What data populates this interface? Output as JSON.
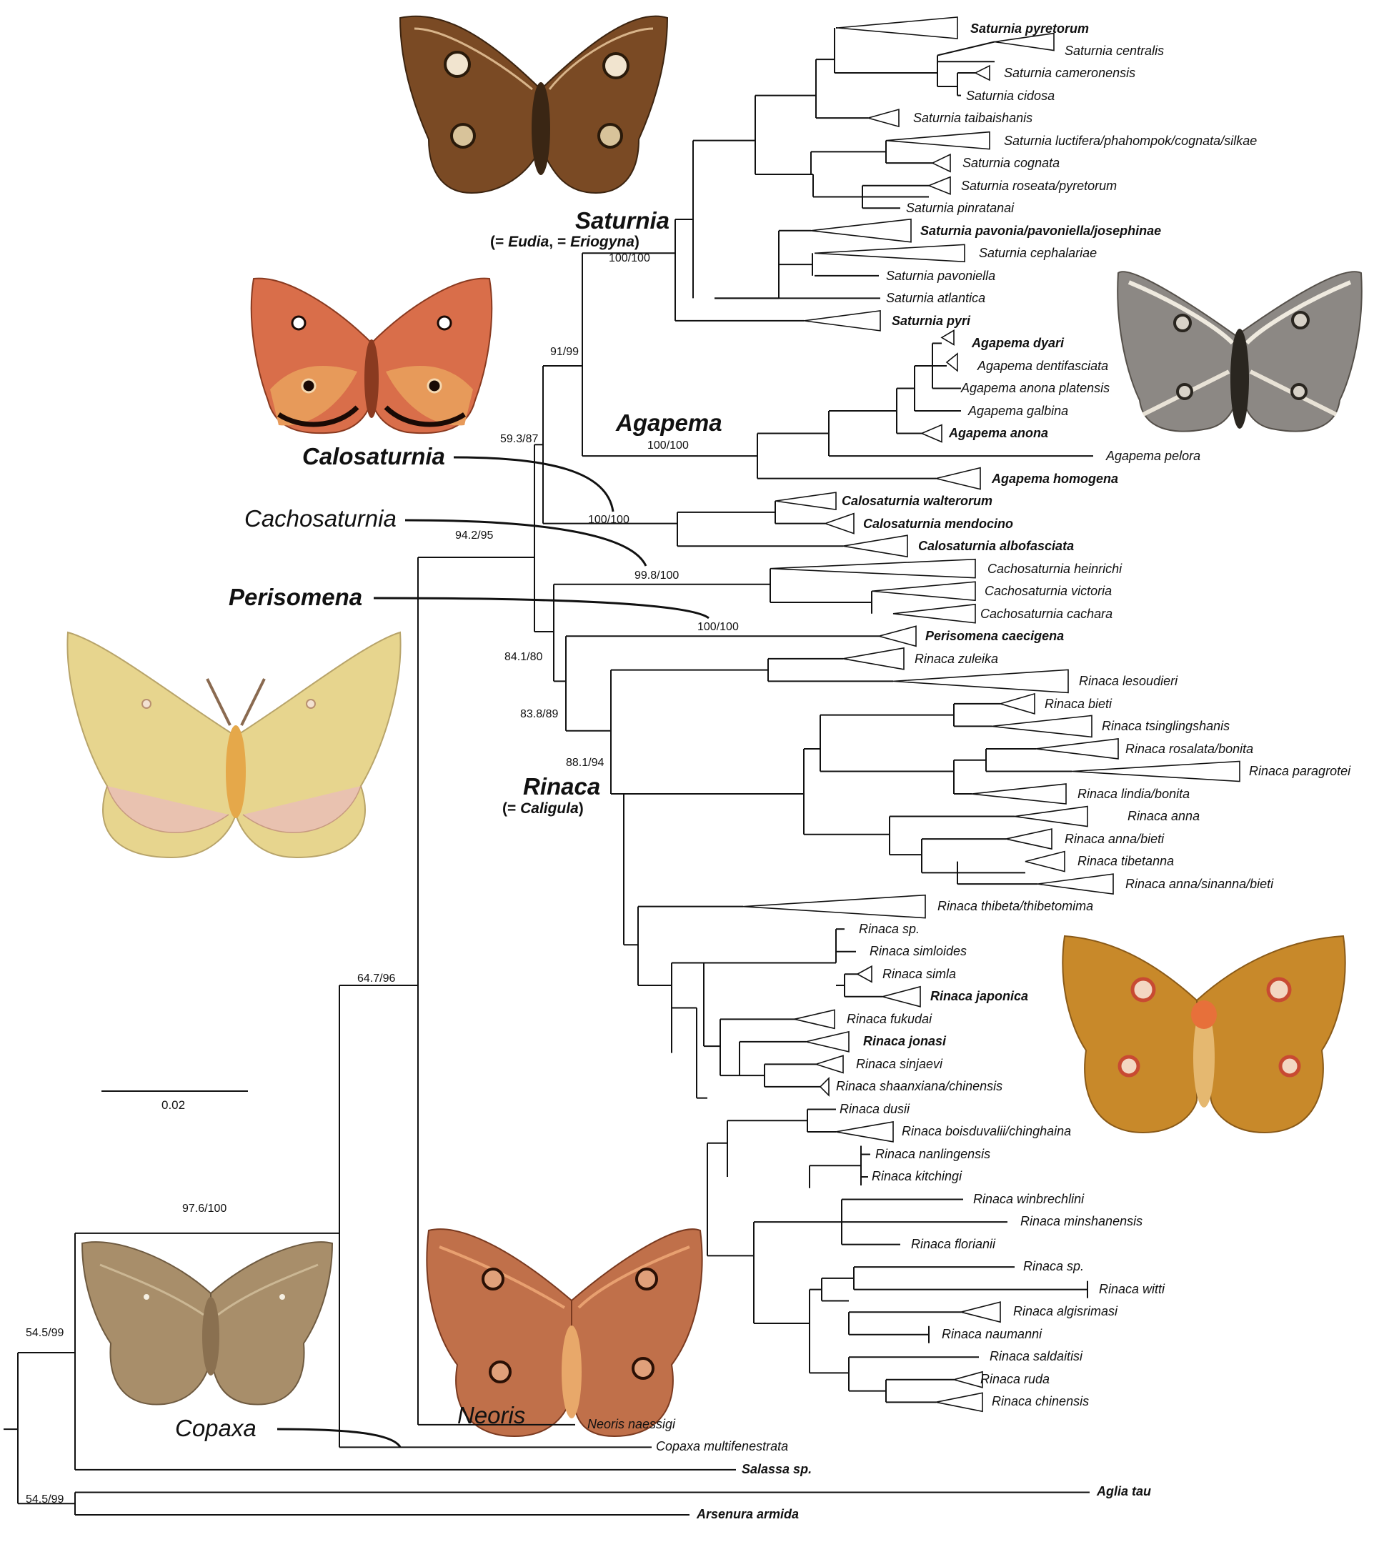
{
  "genus_labels": {
    "saturnia": "Saturnia",
    "saturnia_syn_open": "(= ",
    "saturnia_syn_eudia": "Eudia",
    "saturnia_syn_sep": ", = ",
    "saturnia_syn_eriogyna": "Eriogyna",
    "saturnia_syn_close": ")",
    "agapema": "Agapema",
    "calosaturnia": "Calosaturnia",
    "cachosaturnia": "Cachosaturnia",
    "perisomena": "Perisomena",
    "rinaca": "Rinaca",
    "rinaca_syn_open": "(= ",
    "rinaca_syn_caligula": "Caligula",
    "rinaca_syn_close": ")",
    "neoris": "Neoris",
    "copaxa": "Copaxa"
  },
  "support_values": {
    "saturnia": "100/100",
    "saturnia_agapema": "91/99",
    "agapema": "100/100",
    "upper": "59.3/87",
    "calosaturnia": "100/100",
    "ingroup": "94.2/95",
    "cachosaturnia": "99.8/100",
    "perisomena": "100/100",
    "lower": "84.1/80",
    "cacho_rinaca": "83.8/89",
    "rinaca": "88.1/94",
    "neoris_rest": "64.7/96",
    "copaxa_rest": "97.6/100",
    "salassa_rest": "54.5/99",
    "root": "54.5/99"
  },
  "scale_bar": {
    "label": "0.02"
  },
  "taxa": {
    "t1": "Saturnia pyretorum",
    "t2": "Saturnia centralis",
    "t3": "Saturnia cameronensis",
    "t4": "Saturnia cidosa",
    "t5": "Saturnia taibaishanis",
    "t6": "Saturnia luctifera/phahompok/cognata/silkae",
    "t7": "Saturnia cognata",
    "t8": "Saturnia roseata/pyretorum",
    "t9": "Saturnia pinratanai",
    "t10": "Saturnia pavonia/pavoniella/josephinae",
    "t11": "Saturnia cephalariae",
    "t12": "Saturnia pavoniella",
    "t13": "Saturnia atlantica",
    "t14": "Saturnia pyri",
    "t15": "Agapema dyari",
    "t16": "Agapema dentifasciata",
    "t17": "Agapema anona platensis",
    "t18": "Agapema galbina",
    "t19": "Agapema anona",
    "t20": "Agapema pelora",
    "t21": "Agapema homogena",
    "t22": "Calosaturnia walterorum",
    "t23": "Calosaturnia mendocino",
    "t24": "Calosaturnia albofasciata",
    "t25": "Cachosaturnia heinrichi",
    "t26": "Cachosaturnia victoria",
    "t27": "Cachosaturnia cachara",
    "t28": "Perisomena caecigena",
    "t29": "Rinaca zuleika",
    "t30": "Rinaca lesoudieri",
    "t31": "Rinaca bieti",
    "t32": "Rinaca tsinglingshanis",
    "t33": "Rinaca rosalata/bonita",
    "t34": "Rinaca paragrotei",
    "t35": "Rinaca lindia/bonita",
    "t36": "Rinaca anna",
    "t37": "Rinaca anna/bieti",
    "t38": "Rinaca tibetanna",
    "t39": "Rinaca anna/sinanna/bieti",
    "t40": "Rinaca thibeta/thibetomima",
    "t41": "Rinaca sp.",
    "t42": "Rinaca simloides",
    "t43": "Rinaca simla",
    "t44": "Rinaca japonica",
    "t45": "Rinaca fukudai",
    "t46": "Rinaca jonasi",
    "t47": "Rinaca sinjaevi",
    "t48": "Rinaca shaanxiana/chinensis",
    "t49": "Rinaca dusii",
    "t50": "Rinaca boisduvalii/chinghaina",
    "t51": "Rinaca nanlingensis",
    "t52": "Rinaca kitchingi",
    "t53": "Rinaca winbrechlini",
    "t54": "Rinaca minshanensis",
    "t55": "Rinaca florianii",
    "t56": "Rinaca sp.",
    "t57": "Rinaca witti",
    "t58": "Rinaca algisrimasi",
    "t59": "Rinaca naumanni",
    "t60": "Rinaca saldaitisi",
    "t61": "Rinaca ruda",
    "t62": "Rinaca chinensis",
    "t63": "Neoris naessigi",
    "t64": "Copaxa multifenestrata",
    "t65": "Salassa sp.",
    "t66": "Aglia tau",
    "t67": "Arsenura armida"
  }
}
